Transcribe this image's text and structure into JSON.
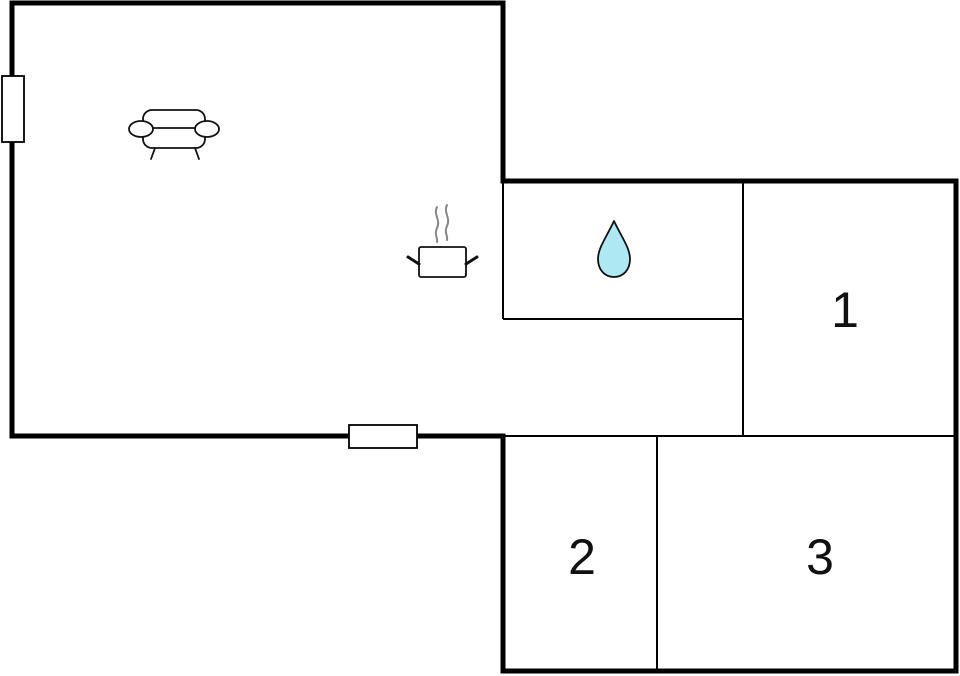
{
  "floor_plan": {
    "rooms": [
      {
        "id": "bedroom-1",
        "label": "1"
      },
      {
        "id": "bedroom-2",
        "label": "2"
      },
      {
        "id": "bedroom-3",
        "label": "3"
      }
    ],
    "icons": {
      "living_room": "sofa-icon",
      "kitchen": "cooking-pot-icon",
      "bathroom": "water-drop-icon",
      "doors": [
        "door-icon",
        "door-icon"
      ]
    },
    "colors": {
      "wall": "#000000",
      "water_drop": "#aee8f2",
      "steam": "#888888"
    }
  }
}
